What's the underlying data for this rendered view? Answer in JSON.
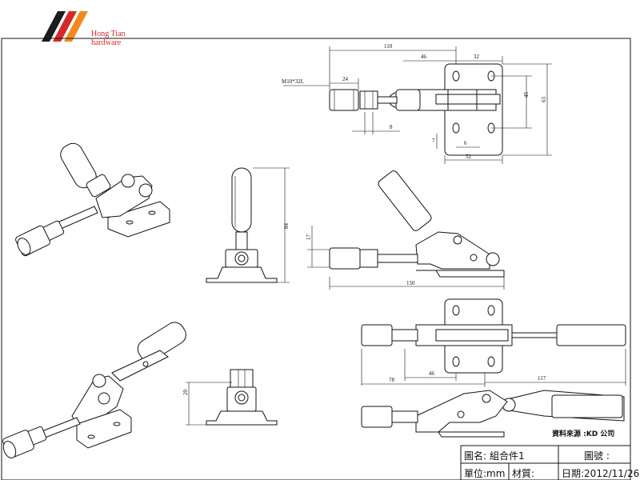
{
  "brand": {
    "line1": "Hong Tian",
    "line2": "hardware",
    "colors": [
      "#1c1c1c",
      "#d42a2a",
      "#f28a1e"
    ]
  },
  "source_note": "資料來源 :KD 公司",
  "title_block": {
    "name_label": "圖名:",
    "name_value": "組合件1",
    "drawing_no_label": "圖號 :",
    "unit_label": "單位:mm",
    "material_label": "材質:",
    "date_label": "日期:2012/11/26"
  },
  "dimensions": {
    "top_view": {
      "overall_length": "110",
      "thread_length": "24",
      "thread_spec": "M10*32L",
      "body_length": "46",
      "plate_width": "32",
      "hole_spacing": "45",
      "plate_height": "63",
      "nut_size": "8",
      "edge_offset": "7",
      "hole_offset": "6",
      "base_width": "52"
    },
    "side_view": {
      "overall_length": "150",
      "stroke": "17"
    },
    "front_view": {
      "height": "84"
    },
    "open_view": {
      "total_length": "117",
      "rod_length": "78",
      "body_length": "46"
    },
    "end_view": {
      "base_height": "20"
    }
  }
}
